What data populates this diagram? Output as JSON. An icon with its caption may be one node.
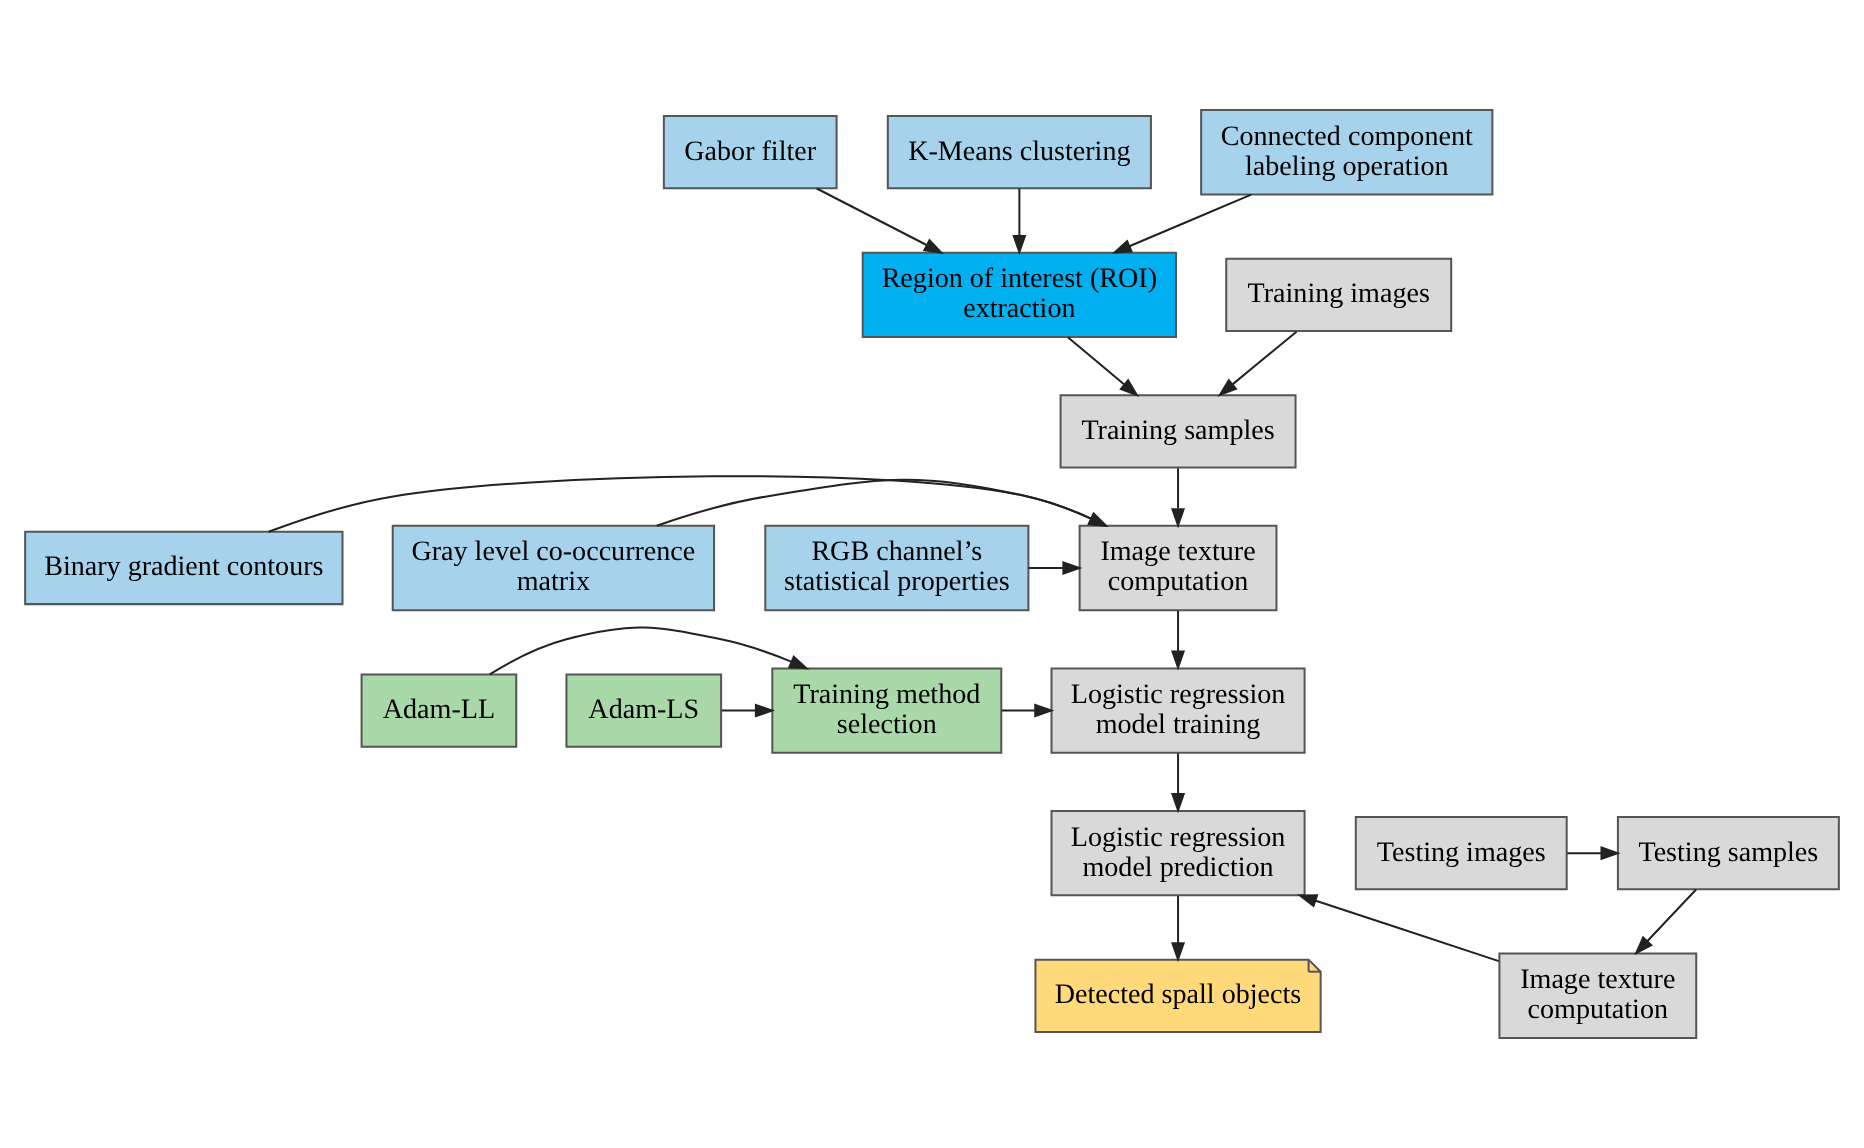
{
  "diagram": {
    "nodes": [
      {
        "text": [
          "Gabor filter"
        ]
      },
      {
        "text": [
          "K-Means clustering"
        ]
      },
      {
        "text": [
          "Region of interest (ROI) extraction"
        ]
      },
      {
        "text": [
          "Connected component labeling operation"
        ]
      },
      {
        "text": [
          "Training images"
        ]
      },
      {
        "text": [
          "Training samples"
        ]
      },
      {
        "text": [
          "Binary gradient contours"
        ]
      },
      {
        "text": [
          "Image texture computation"
        ]
      },
      {
        "text": [
          "Gray level co-occurrence matrix"
        ]
      },
      {
        "text": [
          "RGB channel’s statistical properties"
        ]
      },
      {
        "text": [
          "Adam-LL"
        ]
      },
      {
        "text": [
          "Training method selection"
        ]
      },
      {
        "text": [
          "Logistic regression model training"
        ]
      },
      {
        "text": [
          "Adam-LS"
        ]
      },
      {
        "text": [
          "Testing samples"
        ]
      },
      {
        "text": [
          "Logistic regression model prediction"
        ]
      },
      {
        "text": [
          "Testing images"
        ]
      },
      {
        "text": [
          "Image texture computation"
        ]
      },
      {
        "text": [
          "Detected spall objects"
        ]
      }
    ],
    "edges": [
      {
        "from": 0,
        "to": 2,
        "arrow": "to"
      },
      {
        "from": 1,
        "to": 2,
        "arrow": "to"
      },
      {
        "from": 3,
        "to": 2,
        "arrow": "to"
      },
      {
        "from": 2,
        "to": 5,
        "arrow": "to"
      },
      {
        "from": 4,
        "to": 5,
        "arrow": "to"
      },
      {
        "from": 5,
        "to": 7,
        "arrow": "to"
      },
      {
        "from": 6,
        "to": 7,
        "arrow": "to"
      },
      {
        "from": 8,
        "to": 7,
        "arrow": "to"
      },
      {
        "from": 9,
        "to": 7,
        "arrow": "to"
      },
      {
        "from": 7,
        "to": 12,
        "arrow": "to"
      },
      {
        "from": 10,
        "to": 11,
        "arrow": "to"
      },
      {
        "from": 13,
        "to": 11,
        "arrow": "to"
      },
      {
        "from": 11,
        "to": 12,
        "arrow": "to"
      },
      {
        "from": 12,
        "to": 15,
        "arrow": "to"
      },
      {
        "from": 16,
        "to": 14,
        "arrow": "to"
      },
      {
        "from": 14,
        "to": 17,
        "arrow": "to"
      },
      {
        "from": 17,
        "to": 15,
        "arrow": "to"
      },
      {
        "from": 15,
        "to": 18,
        "arrow": "to"
      }
    ]
  }
}
